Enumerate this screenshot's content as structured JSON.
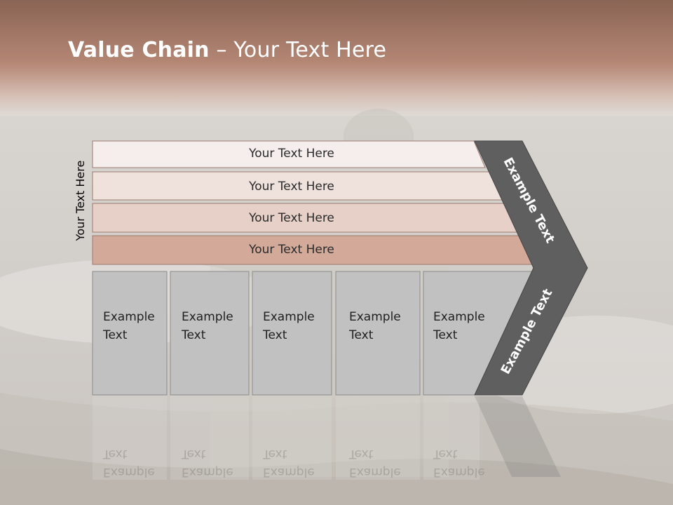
{
  "title": {
    "bold": "Value Chain",
    "rest": " – Your Text Here"
  },
  "side_label": "Your Text Here",
  "rows": [
    {
      "label": "Your Text Here"
    },
    {
      "label": "Your Text Here"
    },
    {
      "label": "Your Text Here"
    },
    {
      "label": "Your Text Here"
    }
  ],
  "boxes": [
    {
      "line1": "Example",
      "line2": "Text"
    },
    {
      "line1": "Example",
      "line2": "Text"
    },
    {
      "line1": "Example",
      "line2": "Text"
    },
    {
      "line1": "Example",
      "line2": "Text"
    },
    {
      "line1": "Example",
      "line2": "Text"
    }
  ],
  "chevron": {
    "top_label": "Example Text",
    "bottom_label": "Example Text"
  },
  "colors": {
    "header": "#a67968",
    "row1": "#f4ecea",
    "row2": "#efe2dd",
    "row3": "#e6d0c7",
    "row4": "#d2a898",
    "box": "#c1c1c1",
    "chevron": "#5f5f5f"
  }
}
